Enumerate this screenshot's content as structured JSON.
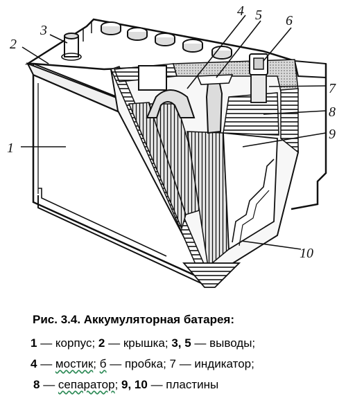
{
  "figure": {
    "callouts": [
      "1",
      "2",
      "3",
      "4",
      "5",
      "6",
      "7",
      "8",
      "9",
      "10"
    ]
  },
  "caption": {
    "title": "Рис. 3.4. Аккумуляторная батарея:",
    "line1": {
      "n1": "1",
      "t1": " — корпус; ",
      "n2": "2",
      "t2": " — крышка; ",
      "n3": "3, 5",
      "t3": " — выводы;"
    },
    "line2": {
      "n1": "4",
      "t1": " — ",
      "w1": "мостик",
      "t1b": "; ",
      "w2": "б",
      "t2": " — пробка; 7 — индикатор;"
    },
    "line3": {
      "n1": "8",
      "t1": " — ",
      "w1": "сепаратор",
      "t1b": "; ",
      "n2": "9, 10",
      "t2": " — пластины"
    }
  }
}
